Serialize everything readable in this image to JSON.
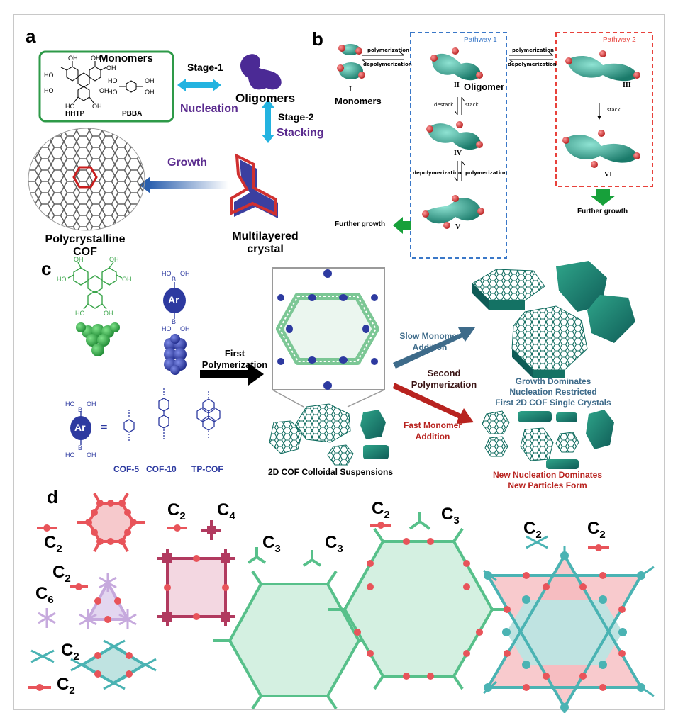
{
  "panels": {
    "a": "a",
    "b": "b",
    "c": "c",
    "d": "d"
  },
  "panel_a": {
    "monomers_title": "Monomers",
    "hhtp": "HHTP",
    "pbba": "PBBA",
    "stage1": "Stage-1",
    "nucleation": "Nucleation",
    "oligomers": "Oligomers",
    "stage2": "Stage-2",
    "stacking": "Stacking",
    "growth": "Growth",
    "polycrystalline_line1": "Polycrystalline",
    "polycrystalline_line2": "COF",
    "multilayered_line1": "Multilayered",
    "multilayered_line2": "crystal",
    "oh": "OH",
    "ho": "HO"
  },
  "panel_b": {
    "pathway1": "Pathway 1",
    "pathway2": "Pathway 2",
    "polymerization": "polymerization",
    "depolymerization": "depolymerization",
    "monomers": "Monomers",
    "oligomer": "Oligomer",
    "destack": "destack",
    "stack": "stack",
    "further_growth": "Further growth",
    "roman": {
      "I": "I",
      "II": "II",
      "III": "III",
      "IV": "IV",
      "V": "V",
      "VI": "VI"
    }
  },
  "panel_c": {
    "ar": "Ar",
    "equals": "=",
    "b": "B",
    "oh": "OH",
    "ho": "HO",
    "cof5": "COF-5",
    "cof10": "COF-10",
    "tpcof": "TP-COF",
    "first_line1": "First",
    "first_line2": "Polymerization",
    "second_line1": "Second",
    "second_line2": "Polymerization",
    "slow_line1": "Slow Monomer",
    "slow_line2": "Addition",
    "fast_line1": "Fast Monomer",
    "fast_line2": "Addition",
    "colloidal": "2D COF Colloidal Suspensions",
    "growth_line1": "Growth Dominates",
    "growth_line2": "Nucleation Restricted",
    "growth_line3": "First 2D COF Single Crystals",
    "new_line1": "New Nucleation Dominates",
    "new_line2": "New Particles Form"
  },
  "panel_d": {
    "c": "C",
    "sub2": "2",
    "sub3": "3",
    "sub4": "4",
    "sub6": "6"
  },
  "colors": {
    "green_box": "#2e9a48",
    "cyan_arrow": "#23b3e0",
    "purple": "#5b2c8f",
    "blue_dash": "#3a78c8",
    "red_dash": "#e8423c",
    "green_arrow": "#17a03a",
    "slate_arrow": "#3e6b8a",
    "dark_red": "#b8231f",
    "lattice_red": "#e8545a",
    "lattice_pink": "#f6c9cc",
    "lattice_green": "#57c08a",
    "lattice_mint": "#d4f0e1",
    "lattice_teal": "#4ab3b3",
    "lattice_lilac": "#c6a9dd",
    "lattice_maroon": "#b13a5f",
    "cof_blue": "#2d3aa0"
  }
}
